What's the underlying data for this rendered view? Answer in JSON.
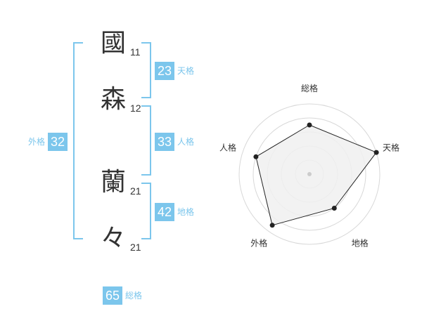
{
  "name_characters": [
    {
      "char": "國",
      "strokes": "11"
    },
    {
      "char": "森",
      "strokes": "12"
    },
    {
      "char": "蘭",
      "strokes": "21"
    },
    {
      "char": "々",
      "strokes": "21"
    }
  ],
  "fortune_scores": {
    "tenkaku": {
      "value": "23",
      "label": "天格"
    },
    "jinkaku": {
      "value": "33",
      "label": "人格"
    },
    "chikaku": {
      "value": "42",
      "label": "地格"
    },
    "gaikaku": {
      "value": "32",
      "label": "外格"
    },
    "soukaku": {
      "value": "65",
      "label": "総格"
    }
  },
  "radar": {
    "axes": [
      "総格",
      "天格",
      "地格",
      "外格",
      "人格"
    ],
    "levels": 5,
    "values": [
      0.7,
      1.0,
      0.6,
      0.9,
      0.8
    ],
    "fill_color": "#f0f0f0",
    "line_color": "#222222",
    "ring_color": "#d8d8d8",
    "accent_color": "#7cc6ec"
  }
}
